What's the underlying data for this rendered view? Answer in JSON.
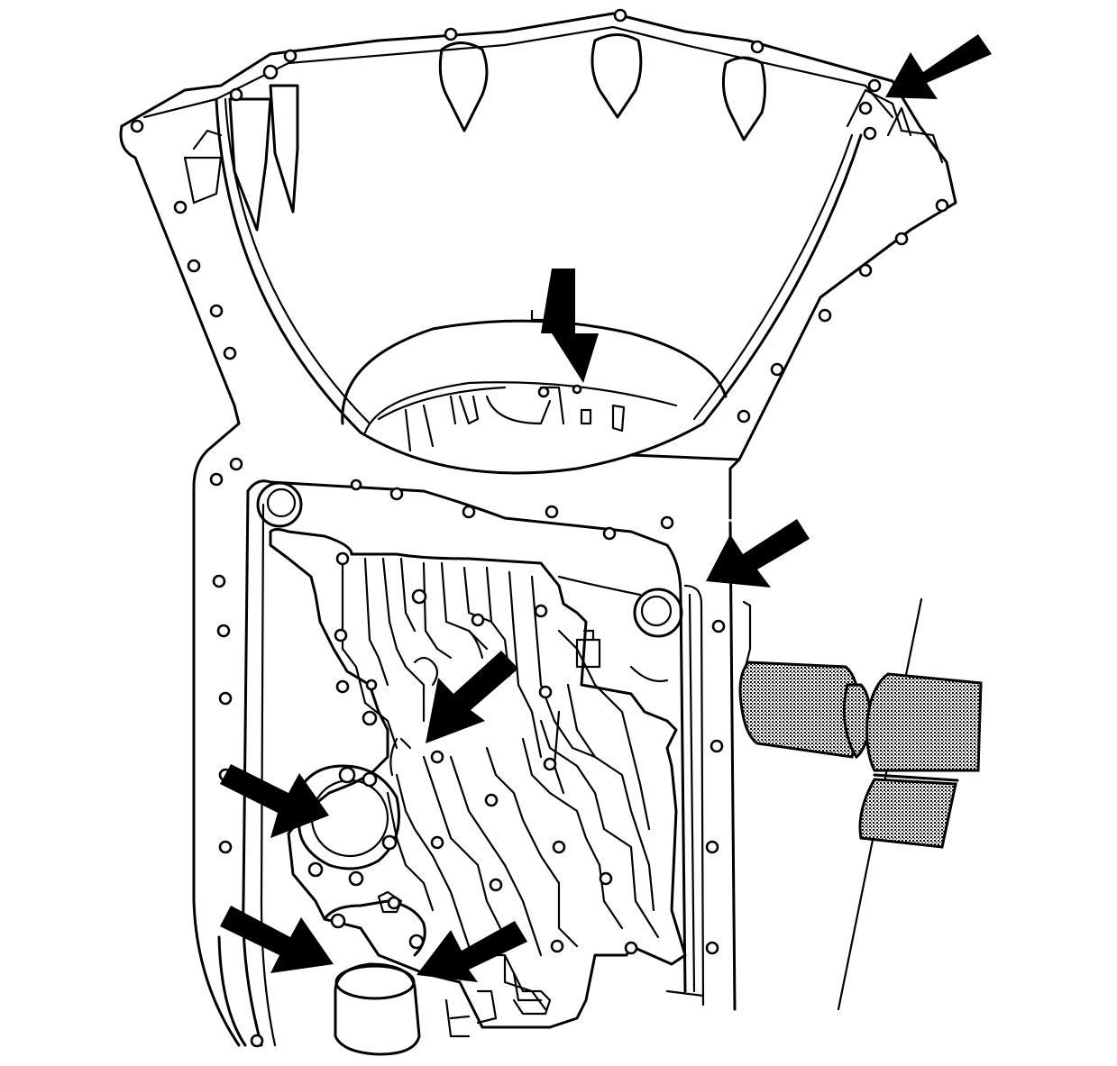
{
  "colors": {
    "line": "#000000",
    "background": "#ffffff",
    "arrow": "#000000"
  },
  "callouts": [
    {
      "id": "top-right-arrow",
      "icon": "arrow-icon"
    },
    {
      "id": "center-top-arrow",
      "icon": "arrow-icon"
    },
    {
      "id": "right-middle-arrow",
      "icon": "arrow-icon"
    },
    {
      "id": "valve-body-arrow",
      "icon": "arrow-icon"
    },
    {
      "id": "left-middle-arrow",
      "icon": "arrow-icon"
    },
    {
      "id": "bottom-left-arrow",
      "icon": "arrow-icon"
    },
    {
      "id": "bottom-center-arrow",
      "icon": "arrow-icon"
    }
  ]
}
